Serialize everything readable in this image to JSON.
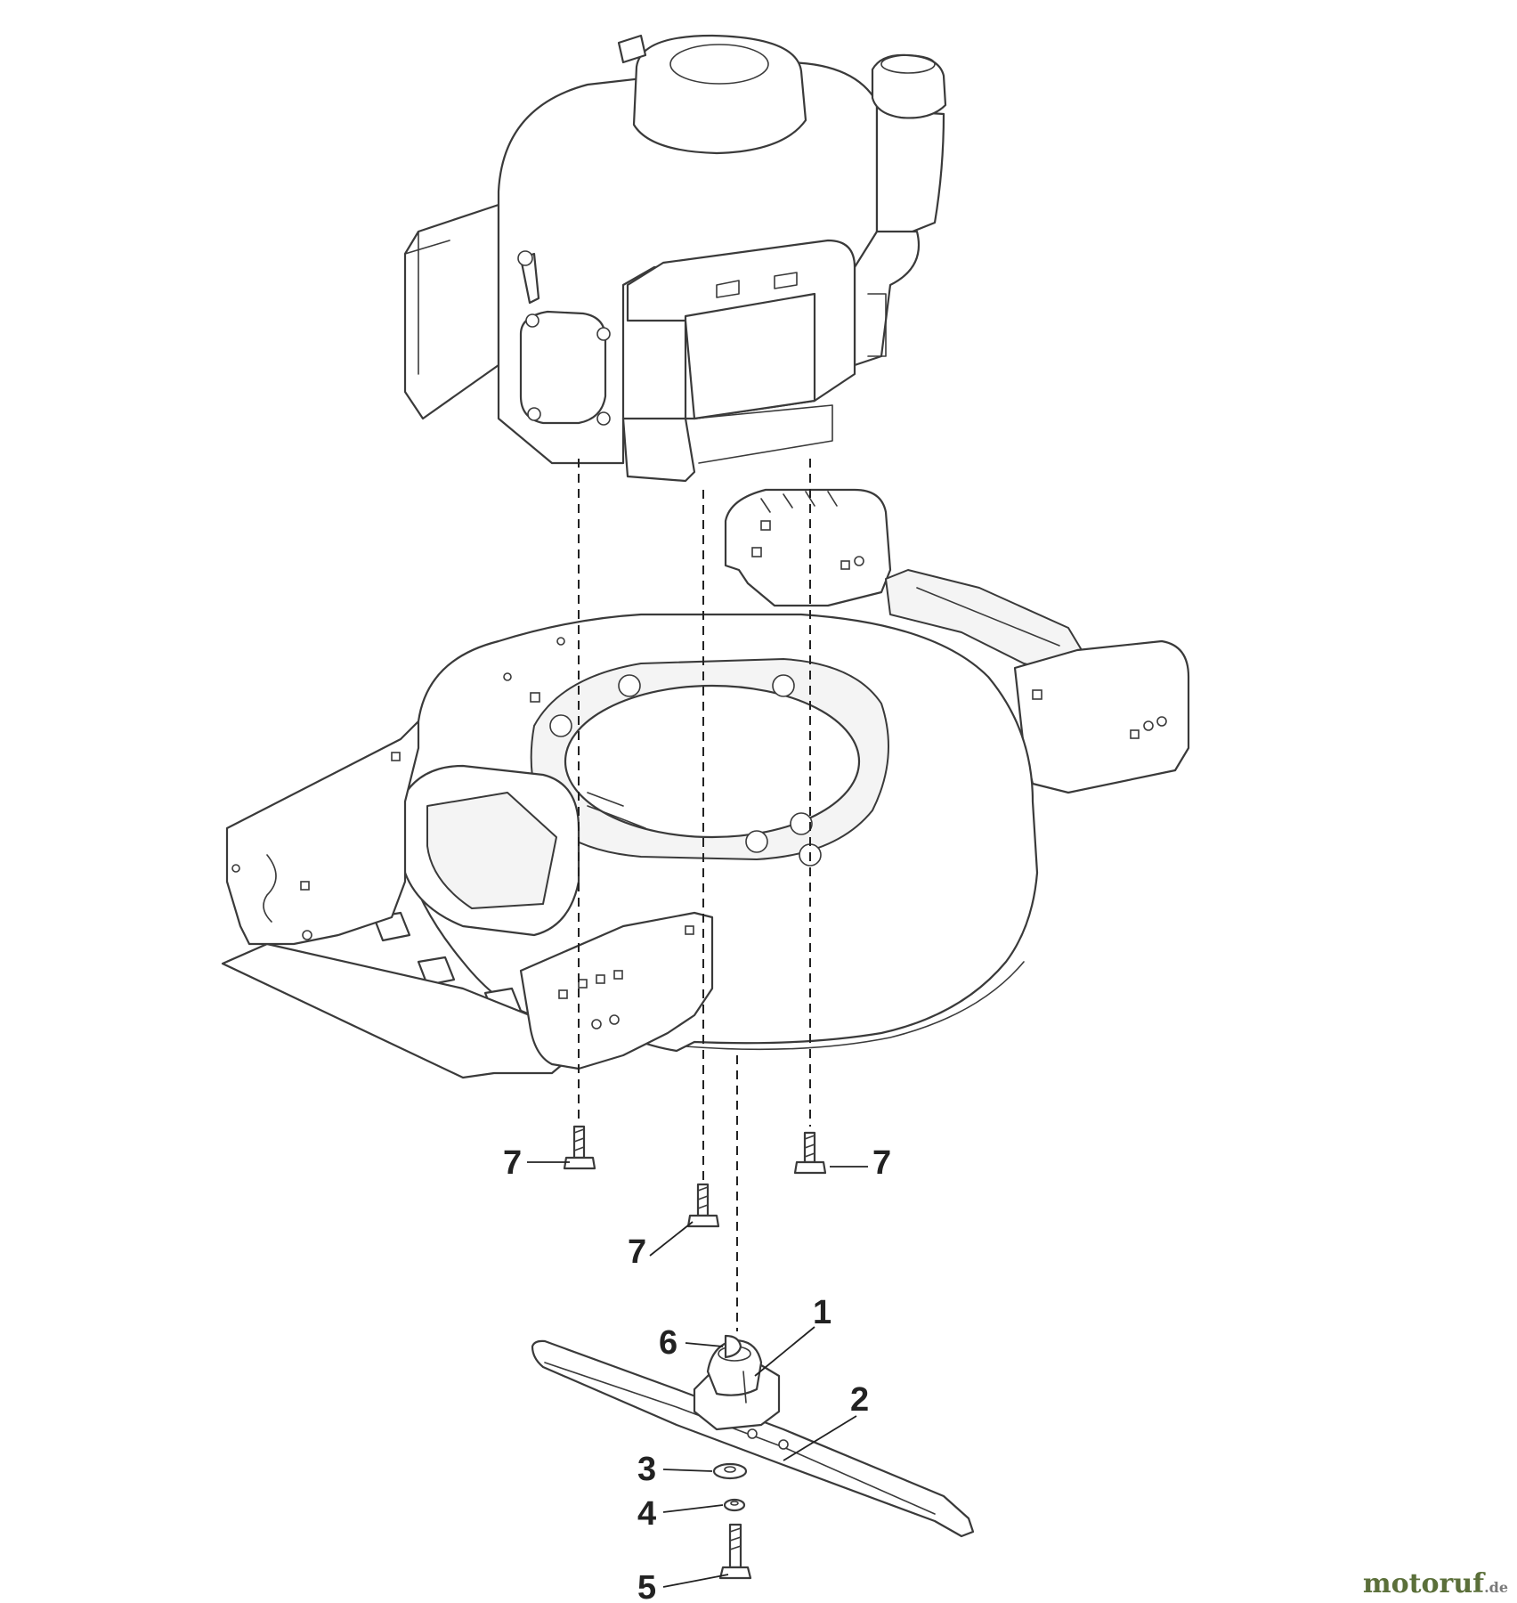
{
  "callouts": [
    {
      "id": "c1",
      "label": "1"
    },
    {
      "id": "c2",
      "label": "2"
    },
    {
      "id": "c3",
      "label": "3"
    },
    {
      "id": "c4",
      "label": "4"
    },
    {
      "id": "c5",
      "label": "5"
    },
    {
      "id": "c6",
      "label": "6"
    },
    {
      "id": "c7a",
      "label": "7"
    },
    {
      "id": "c7b",
      "label": "7"
    },
    {
      "id": "c7c",
      "label": "7"
    }
  ],
  "watermark": {
    "main": "motoruf",
    "tld": ".de"
  },
  "colors": {
    "line": "#3a3a3a",
    "watermark_green": "#5b6f3a",
    "watermark_grey": "#7a7a7a"
  }
}
